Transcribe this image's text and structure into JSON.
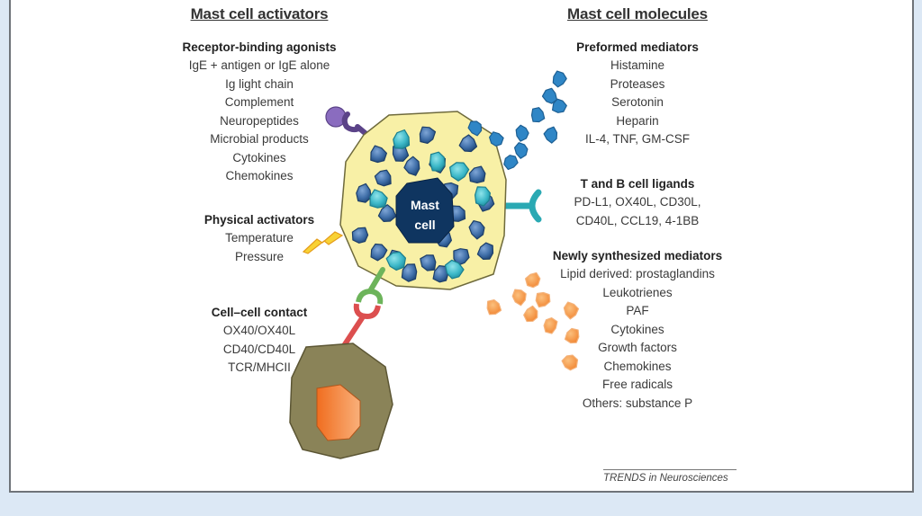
{
  "slide": {
    "background_color": "#dce8f5",
    "panel_color": "#ffffff"
  },
  "left": {
    "heading": "Mast cell activators",
    "sections": [
      {
        "title": "Receptor-binding agonists",
        "items": [
          "IgE + antigen or IgE alone",
          "Ig light chain",
          "Complement",
          "Neuropeptides",
          "Microbial products",
          "Cytokines",
          "Chemokines"
        ]
      },
      {
        "title": "Physical activators",
        "items": [
          "Temperature",
          "Pressure"
        ]
      },
      {
        "title": "Cell–cell contact",
        "items": [
          "OX40/OX40L",
          "CD40/CD40L",
          "TCR/MHCII"
        ]
      }
    ]
  },
  "right": {
    "heading": "Mast cell molecules",
    "sections": [
      {
        "title": "Preformed mediators",
        "items": [
          "Histamine",
          "Proteases",
          "Serotonin",
          "Heparin",
          "IL-4, TNF, GM-CSF"
        ]
      },
      {
        "title": "T and B cell ligands",
        "items": [
          "PD-L1, OX40L, CD30L,",
          "CD40L, CCL19, 4-1BB"
        ]
      },
      {
        "title": "Newly synthesized mediators",
        "items": [
          "Lipid derived: prostaglandins",
          "Leukotrienes",
          "PAF",
          "Cytokines",
          "Growth factors",
          "Chemokines",
          "Free radicals",
          "Others: substance P"
        ]
      }
    ]
  },
  "center": {
    "cell_label_line1": "Mast",
    "cell_label_line2": "cell",
    "icons": [
      "receptor-ligand-icon",
      "lightning-icon",
      "tcell-receptor-icon",
      "t-b-ligand-receptor-icon",
      "preformed-granule-icon",
      "synthesized-mediator-icon",
      "contact-cell-icon"
    ]
  },
  "colors": {
    "cell_fill": "#f8f0a6",
    "nucleus": "#0f3560",
    "granule_blue": "#3f6ea8",
    "granule_teal": "#3cb8c8",
    "preformed_dots": "#2f86c6",
    "synth_dots": "#f39a4a",
    "receptor_purple": "#7c5fa8",
    "receptor_teal": "#2aa9b3",
    "contact_green": "#6db45b",
    "contact_red": "#dc4f4f",
    "other_cell": "#8a8358",
    "other_nucleus": "#f07a2e"
  },
  "credit": "TRENDS in Neurosciences"
}
